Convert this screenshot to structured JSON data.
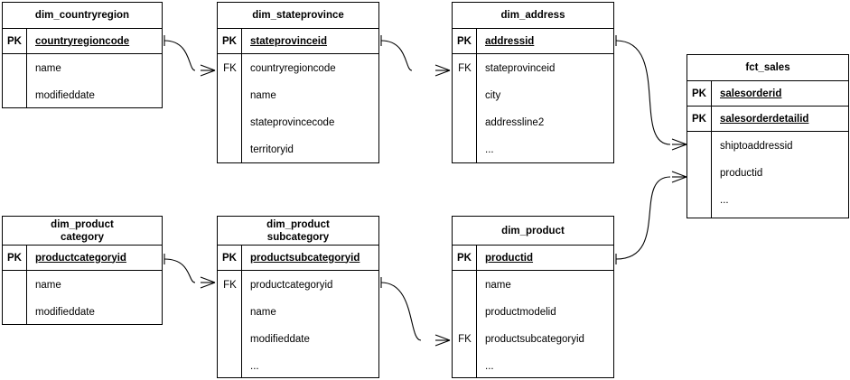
{
  "diagram": {
    "kind": "entity-relationship-diagram",
    "background_color": "#ffffff",
    "line_color": "#000000",
    "text_color": "#000000",
    "notation": "crow's foot",
    "pk_marker": "PK",
    "fk_marker": "FK",
    "ellipsis": "..."
  },
  "entities": [
    {
      "id": "dim_countryregion",
      "title_lines": [
        "dim_countryregion"
      ],
      "keys": [
        {
          "tag": "PK",
          "name": "countryregioncode"
        }
      ],
      "attributes": [
        {
          "tag": "",
          "name": "name"
        },
        {
          "tag": "",
          "name": "modifieddate"
        }
      ]
    },
    {
      "id": "dim_stateprovince",
      "title_lines": [
        "dim_stateprovince"
      ],
      "keys": [
        {
          "tag": "PK",
          "name": "stateprovinceid"
        }
      ],
      "attributes": [
        {
          "tag": "FK",
          "name": "countryregioncode"
        },
        {
          "tag": "",
          "name": "name"
        },
        {
          "tag": "",
          "name": "stateprovincecode"
        },
        {
          "tag": "",
          "name": "territoryid"
        }
      ]
    },
    {
      "id": "dim_address",
      "title_lines": [
        "dim_address"
      ],
      "keys": [
        {
          "tag": "PK",
          "name": "addressid"
        }
      ],
      "attributes": [
        {
          "tag": "FK",
          "name": "stateprovinceid"
        },
        {
          "tag": "",
          "name": "city"
        },
        {
          "tag": "",
          "name": "addressline2"
        },
        {
          "tag": "",
          "name": "..."
        }
      ]
    },
    {
      "id": "fct_sales",
      "title_lines": [
        "fct_sales"
      ],
      "keys": [
        {
          "tag": "PK",
          "name": "salesorderid"
        },
        {
          "tag": "PK",
          "name": "salesorderdetailid"
        }
      ],
      "attributes": [
        {
          "tag": "",
          "name": "shiptoaddressid"
        },
        {
          "tag": "",
          "name": "productid"
        },
        {
          "tag": "",
          "name": "..."
        }
      ]
    },
    {
      "id": "dim_productcategory",
      "title_lines": [
        "dim_product",
        "category"
      ],
      "keys": [
        {
          "tag": "PK",
          "name": "productcategoryid"
        }
      ],
      "attributes": [
        {
          "tag": "",
          "name": "name"
        },
        {
          "tag": "",
          "name": "modifieddate"
        }
      ]
    },
    {
      "id": "dim_productsubcategory",
      "title_lines": [
        "dim_product",
        "subcategory"
      ],
      "keys": [
        {
          "tag": "PK",
          "name": "productsubcategoryid"
        }
      ],
      "attributes": [
        {
          "tag": "FK",
          "name": "productcategoryid"
        },
        {
          "tag": "",
          "name": "name"
        },
        {
          "tag": "",
          "name": "modifieddate"
        },
        {
          "tag": "",
          "name": "..."
        }
      ]
    },
    {
      "id": "dim_product",
      "title_lines": [
        "dim_product"
      ],
      "keys": [
        {
          "tag": "PK",
          "name": "productid"
        }
      ],
      "attributes": [
        {
          "tag": "",
          "name": "name"
        },
        {
          "tag": "",
          "name": "productmodelid"
        },
        {
          "tag": "FK",
          "name": "productsubcategoryid"
        },
        {
          "tag": "",
          "name": "..."
        }
      ]
    }
  ],
  "relationships": [
    {
      "id": "countryregion-to-stateprovince",
      "from_entity": "dim_countryregion",
      "from_field": "countryregioncode",
      "from_cardinality": "one",
      "to_entity": "dim_stateprovince",
      "to_field": "countryregioncode",
      "to_cardinality": "many"
    },
    {
      "id": "stateprovince-to-address",
      "from_entity": "dim_stateprovince",
      "from_field": "stateprovinceid",
      "from_cardinality": "one",
      "to_entity": "dim_address",
      "to_field": "stateprovinceid",
      "to_cardinality": "many"
    },
    {
      "id": "address-to-sales",
      "from_entity": "dim_address",
      "from_field": "addressid",
      "from_cardinality": "one",
      "to_entity": "fct_sales",
      "to_field": "shiptoaddressid",
      "to_cardinality": "many"
    },
    {
      "id": "product-to-sales",
      "from_entity": "dim_product",
      "from_field": "productid",
      "from_cardinality": "one",
      "to_entity": "fct_sales",
      "to_field": "productid",
      "to_cardinality": "many"
    },
    {
      "id": "productcategory-to-productsubcategory",
      "from_entity": "dim_productcategory",
      "from_field": "productcategoryid",
      "from_cardinality": "one",
      "to_entity": "dim_productsubcategory",
      "to_field": "productcategoryid",
      "to_cardinality": "many"
    },
    {
      "id": "productsubcategory-to-product",
      "from_entity": "dim_productsubcategory",
      "from_field": "productcategoryid",
      "from_cardinality": "one",
      "to_entity": "dim_product",
      "to_field": "productsubcategoryid",
      "to_cardinality": "many"
    }
  ]
}
